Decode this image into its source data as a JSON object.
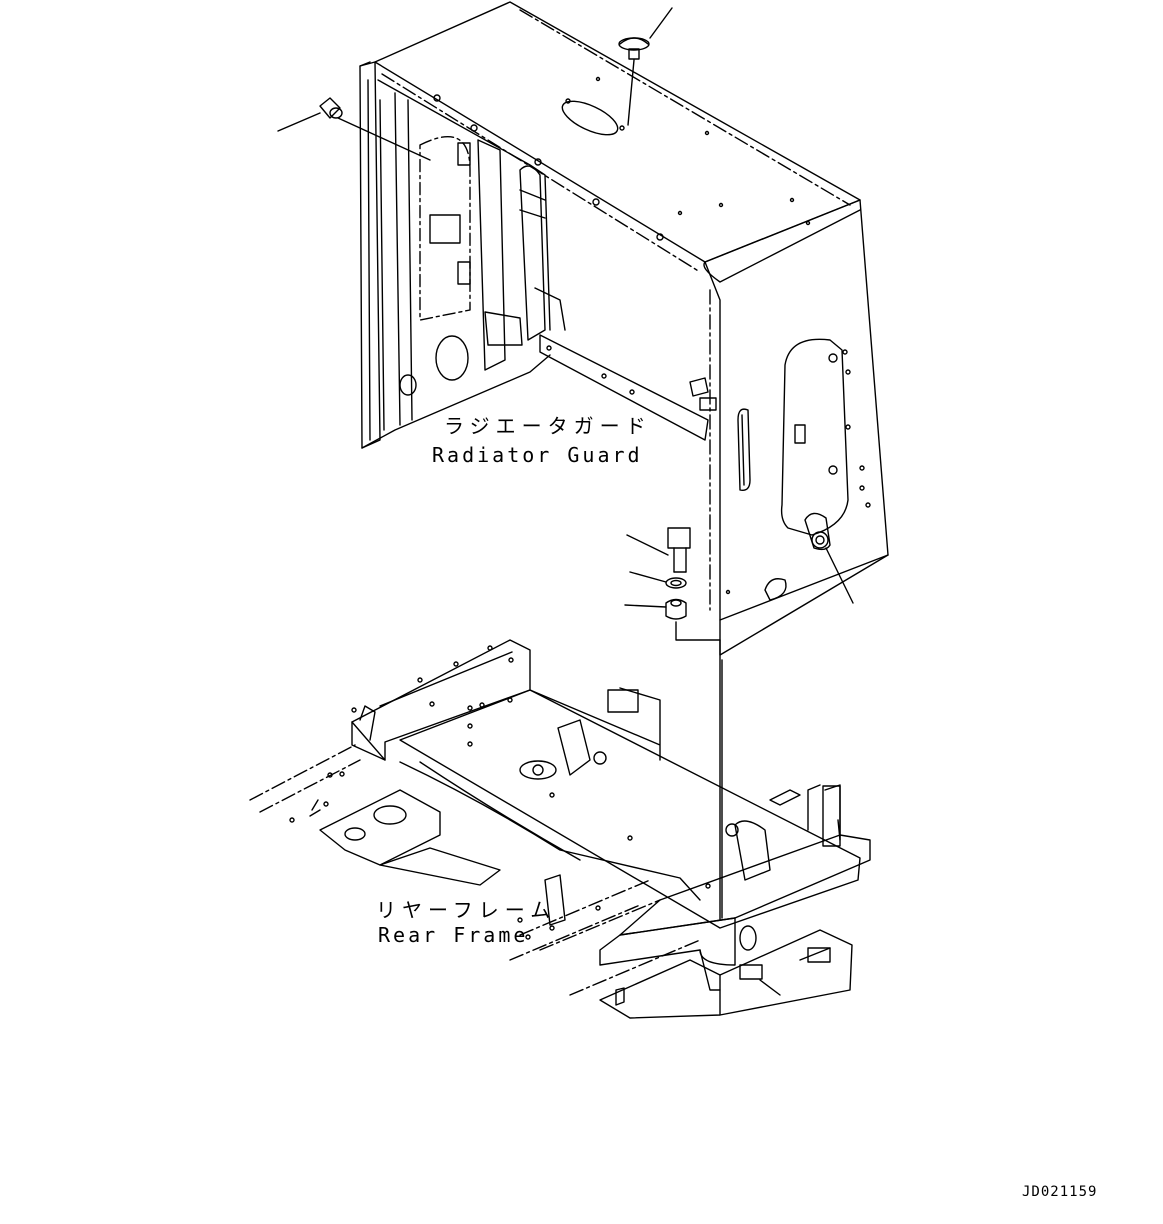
{
  "labels": {
    "radiator_guard_jp": "ラジエータガード",
    "radiator_guard_en": "Radiator Guard",
    "rear_frame_jp": "リヤーフレーム",
    "rear_frame_en": "Rear Frame"
  },
  "drawing_number": "JD021159",
  "colors": {
    "line": "#000000",
    "background": "#ffffff"
  }
}
